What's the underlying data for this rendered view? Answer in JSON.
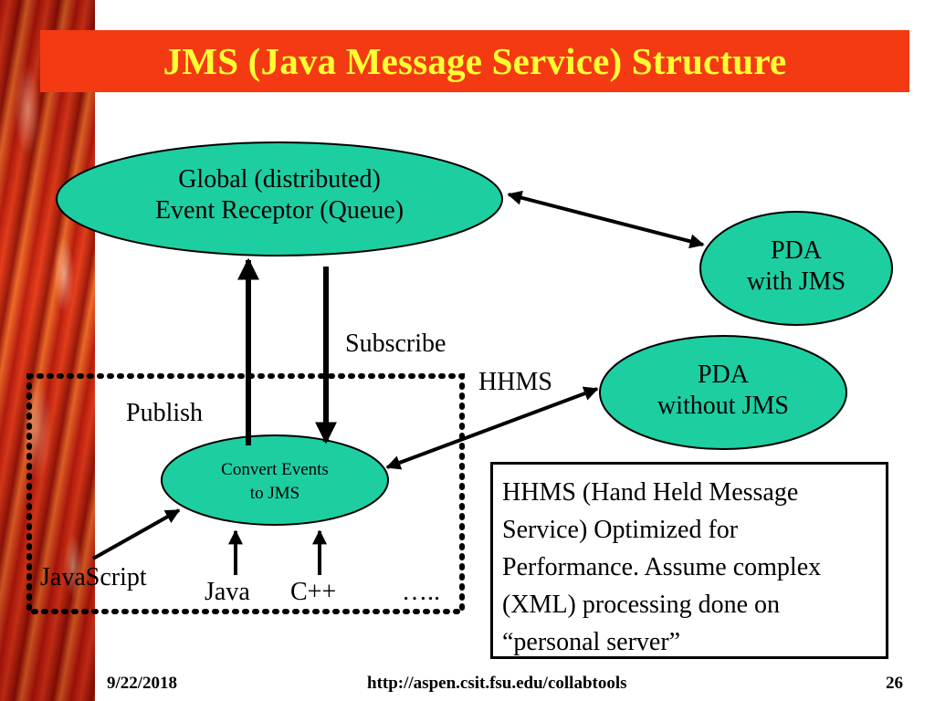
{
  "slide": {
    "title": "JMS (Java Message Service) Structure",
    "accent_color": "#f33a13",
    "title_color": "#ffff33",
    "node_color": "#1dcfa0"
  },
  "nodes": {
    "global_queue": {
      "line1": "Global (distributed)",
      "line2": "Event Receptor (Queue)"
    },
    "pda_jms": {
      "line1": "PDA",
      "line2": "with JMS"
    },
    "pda_nojms": {
      "line1": "PDA",
      "line2": "without JMS"
    },
    "convert": {
      "line1": "Convert Events",
      "line2": "to JMS"
    }
  },
  "labels": {
    "subscribe": "Subscribe",
    "publish": "Publish",
    "hhms": "HHMS",
    "javascript": "JavaScript",
    "java": "Java",
    "cpp": "C++",
    "ellipsis": "….."
  },
  "note": {
    "text": "HHMS (Hand Held Message Service) Optimized for Performance. Assume complex (XML) processing done on “personal server”"
  },
  "footer": {
    "date": "9/22/2018",
    "url": "http://aspen.csit.fsu.edu/collabtools",
    "page": "26"
  }
}
